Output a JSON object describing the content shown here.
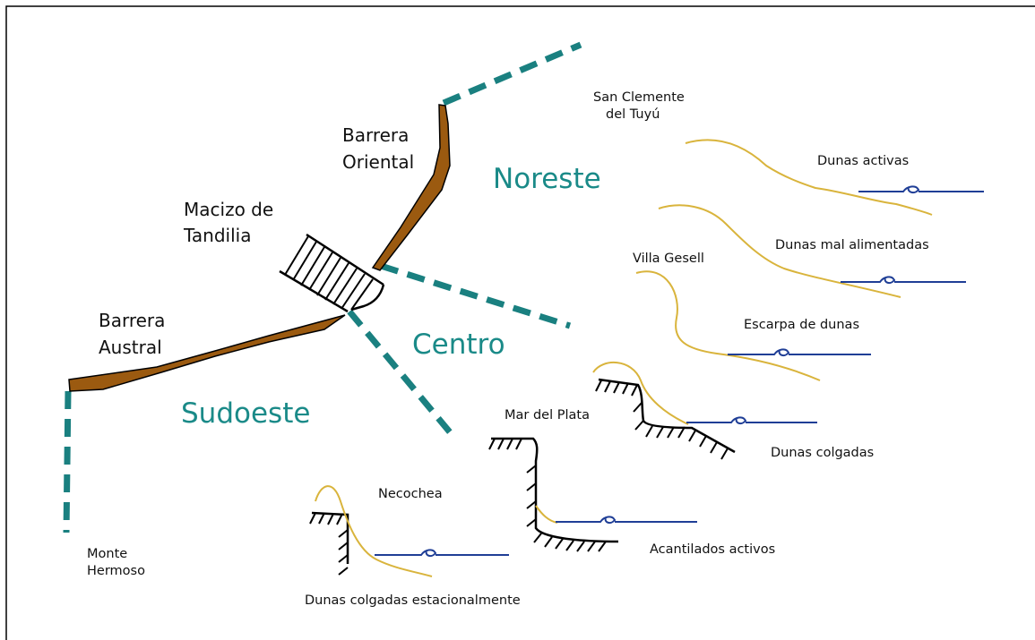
{
  "regions": {
    "noreste": "Noreste",
    "centro": "Centro",
    "sudoeste": "Sudoeste"
  },
  "features": {
    "barrera_oriental": [
      "Barrera",
      "Oriental"
    ],
    "barrera_austral": [
      "Barrera",
      "Austral"
    ],
    "macizo": [
      "Macizo de",
      "Tandilia"
    ]
  },
  "places": {
    "san_clemente": [
      "San Clemente",
      "del Tuyú"
    ],
    "villa_gesell": "Villa Gesell",
    "mar_del_plata": "Mar del Plata",
    "necochea": "Necochea",
    "monte_hermoso": [
      "Monte",
      "Hermoso"
    ]
  },
  "profiles": {
    "dunas_activas": "Dunas activas",
    "dunas_mal_alimentadas": "Dunas mal alimentadas",
    "escarpa_dunas": "Escarpa de dunas",
    "dunas_colgadas": "Dunas colgadas",
    "acantilados_activos": "Acantilados activos",
    "dunas_colgadas_estacionalmente": "Dunas colgadas estacionalmente"
  },
  "colors": {
    "region_text": "#1a8a88",
    "boundary_dash": "#1a8080",
    "barrier_fill": "#9b5a10",
    "dune_line": "#d9b43c",
    "sea_line": "#1f3e96"
  }
}
